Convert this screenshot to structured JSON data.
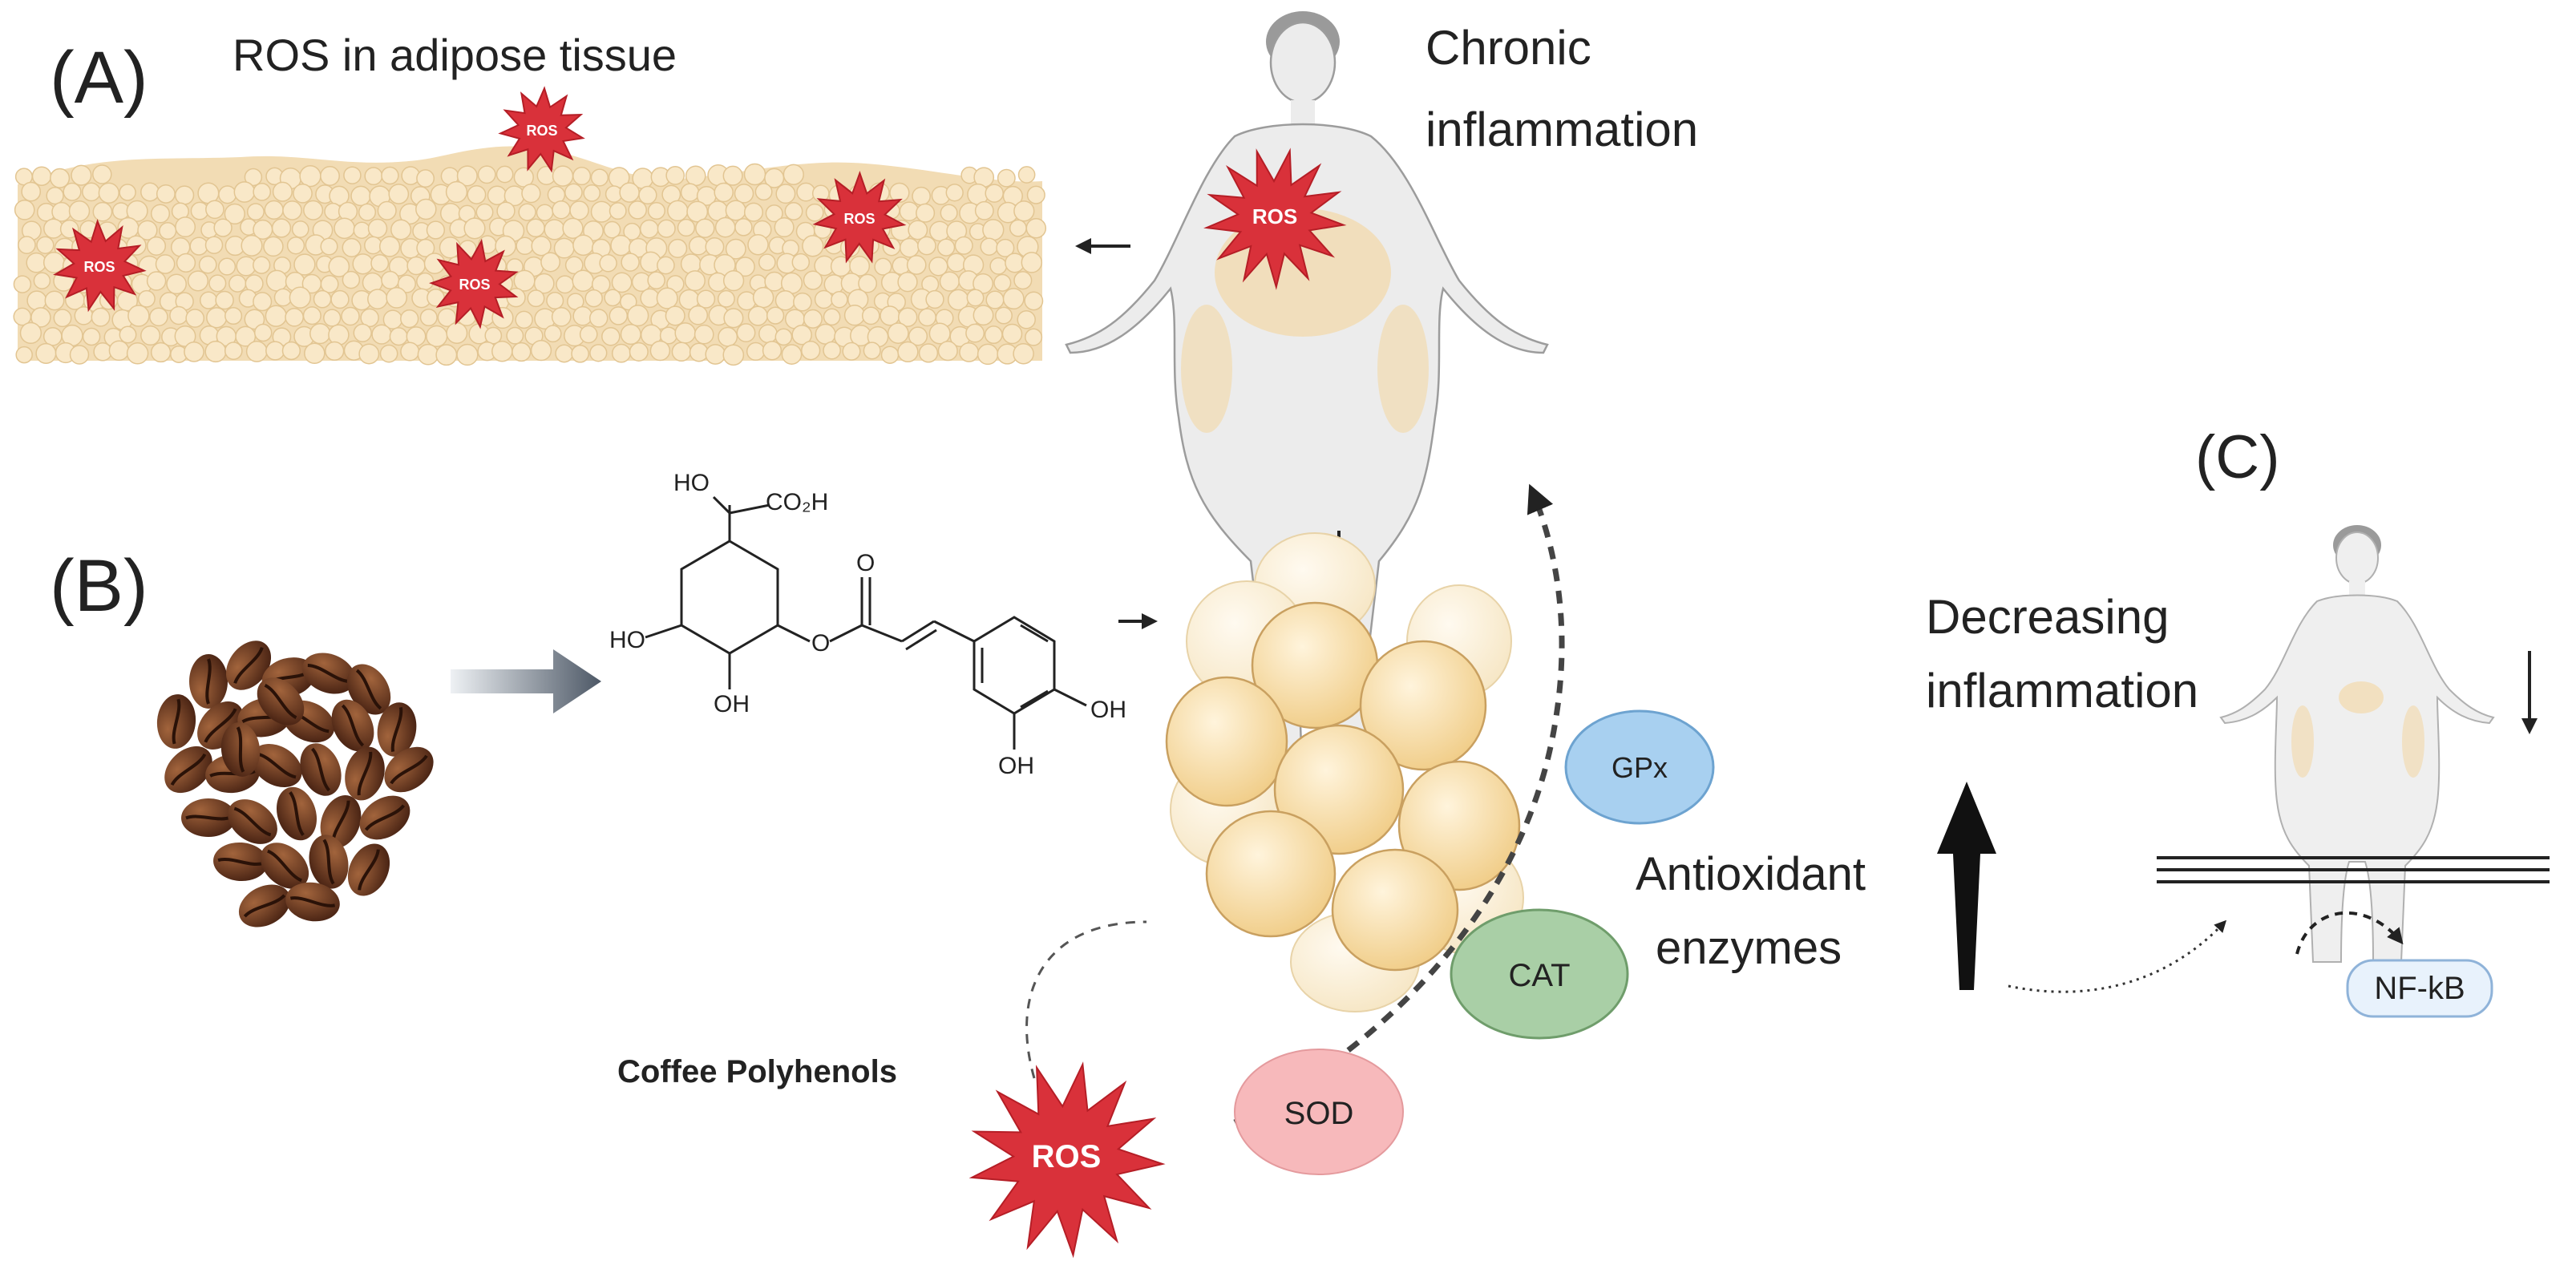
{
  "panels": {
    "a": {
      "tag": "(A)",
      "title": "ROS in adipose tissue"
    },
    "b": {
      "tag": "(B)"
    },
    "c": {
      "tag": "(C)"
    }
  },
  "labels": {
    "chronic_line1": "Chronic",
    "chronic_line2": "inflammation",
    "decreasing_line1": "Decreasing",
    "decreasing_line2": "inflammation",
    "antioxidant_line1": "Antioxidant",
    "antioxidant_line2": "enzymes",
    "coffee_polyphenols": "Coffee Polyhenols"
  },
  "ros_label": "ROS",
  "enzymes": {
    "gpx": "GPx",
    "cat": "CAT",
    "sod": "SOD"
  },
  "nfkb": "NF-kB",
  "molecule": {
    "ho_top": "HO",
    "co2h": "CO₂H",
    "o_carbonyl": "O",
    "o_ester": "O",
    "ho_left": "HO",
    "oh_bottom": "OH",
    "oh_ring_bottom": "OH",
    "oh_ring_right": "OH"
  },
  "colors": {
    "ros_red": "#d9313a",
    "fat_cell": "#f3dcb4",
    "gpx": "#a8d0f0",
    "cat": "#a9cfa6",
    "sod": "#f7b9bb",
    "nfkb_fill": "#e8f2fc",
    "coffee_bean": "#6b3a22"
  }
}
